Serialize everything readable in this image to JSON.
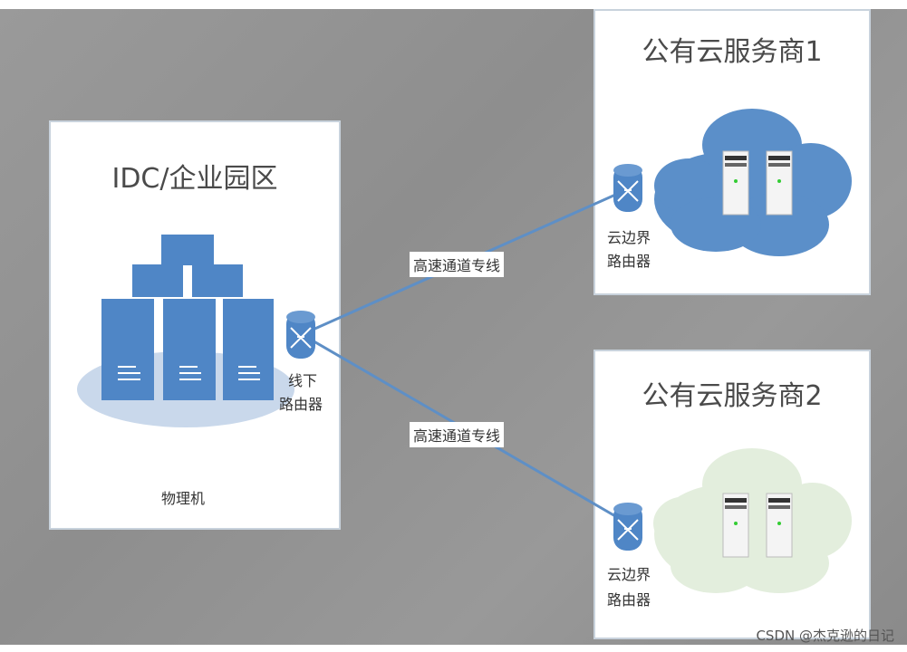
{
  "idc": {
    "title": "IDC/企业园区",
    "caption": "物理机",
    "router_label_1": "线下",
    "router_label_2": "路由器"
  },
  "link_1": {
    "label": "高速通道专线"
  },
  "link_2": {
    "label": "高速通道专线"
  },
  "cloud_1": {
    "title": "公有云服务商1",
    "router_label_1": "云边界",
    "router_label_2": "路由器",
    "color": "#5b8fc9"
  },
  "cloud_2": {
    "title": "公有云服务商2",
    "router_label_1": "云边界",
    "router_label_2": "路由器",
    "color": "#e3eedd"
  },
  "watermark": "CSDN @杰克逊的日记",
  "colors": {
    "server_blue": "#4f86c6",
    "line_blue": "#5e8fc6",
    "ellipse_blue": "#c9d8eb"
  }
}
